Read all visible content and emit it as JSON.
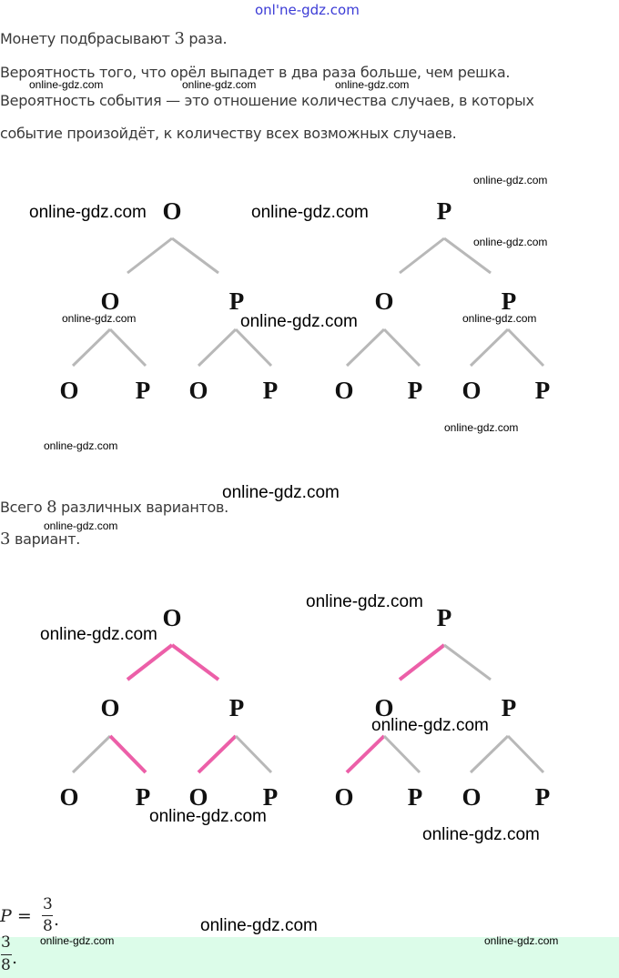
{
  "watermark": "online-gdz.com",
  "top_watermark": "onl'ne-gdz.com",
  "text": {
    "line1_pre": "Монету подбрасывают ",
    "line1_num": "3",
    "line1_post": " раза.",
    "line2": "Вероятность того, что орёл выпадет в два раза больше, чем решка.",
    "line3": "Вероятность события — это отношение количества случаев, в которых",
    "line4": "событие произойдёт, к количеству всех возможных случаев.",
    "total_pre": "Всего ",
    "total_num": "8",
    "total_post": " различных вариантов.",
    "variants_num": "3",
    "variants_post": " вариант."
  },
  "trees": {
    "labels": {
      "root": [
        "O",
        "P"
      ],
      "level2": [
        "O",
        "P"
      ],
      "leaves": [
        "O",
        "P"
      ]
    },
    "edge_color": "#b8b8b8",
    "highlight_color": "#ec5fa8",
    "highlighted_paths": [
      [
        "O",
        "O",
        "P"
      ],
      [
        "O",
        "P",
        "O"
      ],
      [
        "P",
        "O",
        "O"
      ]
    ]
  },
  "formula": {
    "lhs": "P =",
    "numerator": "3",
    "denominator": "8",
    "end": "."
  },
  "answer": {
    "numerator": "3",
    "denominator": "8",
    "end": ".",
    "bg": "#dcfce9"
  }
}
